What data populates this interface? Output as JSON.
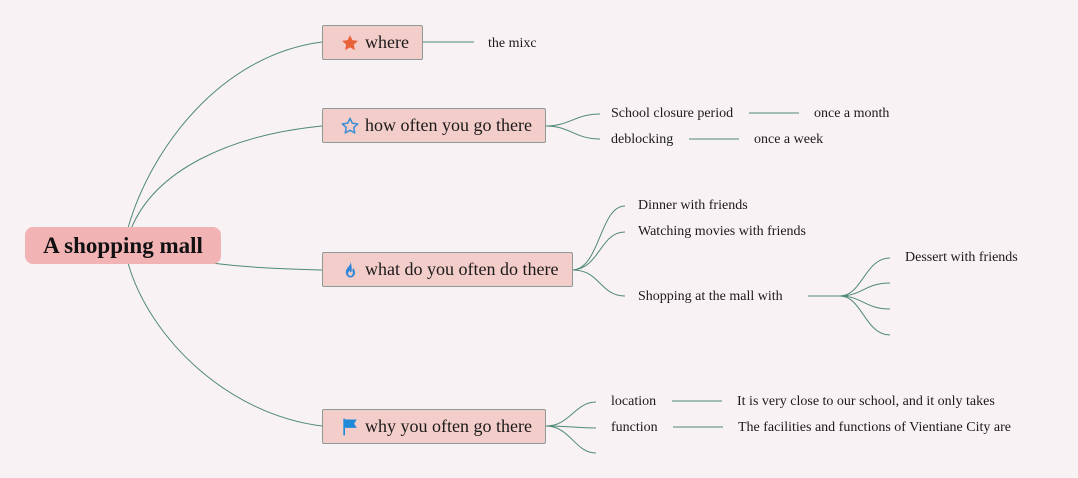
{
  "central_topic": "A shopping mall",
  "branches": [
    {
      "label": "where",
      "icon": "star-filled-icon",
      "icon_color": "#e8623a",
      "children": [
        {
          "label": "the mixc"
        }
      ]
    },
    {
      "label": "how often you go there",
      "icon": "star-outline-icon",
      "icon_color": "#3b8fd6",
      "children": [
        {
          "label": "School closure period",
          "detail": "once a month"
        },
        {
          "label": "deblocking",
          "detail": "once a week"
        }
      ]
    },
    {
      "label": "what do you often do there",
      "icon": "fire-icon",
      "icon_color": "#2f86d8",
      "children": [
        {
          "label": "Dinner with friends"
        },
        {
          "label": "Watching movies with friends"
        },
        {
          "label": "Shopping at the mall with",
          "children": [
            "Dessert with friends",
            "",
            "",
            ""
          ]
        }
      ]
    },
    {
      "label": "why you often go there",
      "icon": "flag-icon",
      "icon_color": "#1f8ad8",
      "children": [
        {
          "label": "location",
          "detail": "It is very close to our school, and it only takes"
        },
        {
          "label": "function",
          "detail": "The facilities and functions of Vientiane City are"
        },
        {
          "label": ""
        }
      ]
    }
  ],
  "colors": {
    "background": "#f9f2f4",
    "central_fill": "#f2b3b5",
    "topic_fill": "#f3cdc9",
    "topic_border": "#8d9a96",
    "connector": "#4f8a76"
  }
}
